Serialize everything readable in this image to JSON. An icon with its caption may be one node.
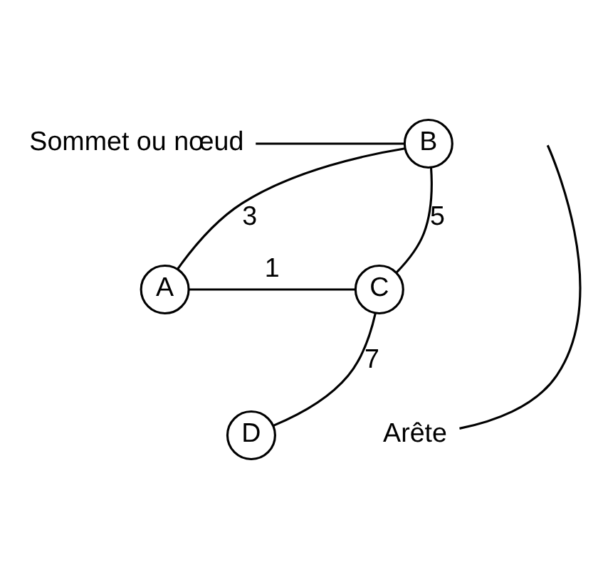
{
  "diagram": {
    "nodes": [
      {
        "text": [
          "A"
        ]
      },
      {
        "text": [
          "B"
        ]
      },
      {
        "text": [
          "C"
        ]
      },
      {
        "text": [
          "D"
        ]
      },
      {
        "text": [
          "Sommet ou nœud"
        ]
      },
      {
        "text": [
          "Arête"
        ]
      }
    ],
    "edges": [
      {
        "from": 0,
        "to": 1,
        "arrow": "none",
        "label": "3"
      },
      {
        "from": 1,
        "to": 2,
        "arrow": "none",
        "label": "5"
      },
      {
        "from": 0,
        "to": 2,
        "arrow": "none",
        "label": "1"
      },
      {
        "from": 2,
        "to": 3,
        "arrow": "none",
        "label": "7"
      },
      {
        "from": 4,
        "to": 1,
        "arrow": "none"
      },
      {
        "from": 5,
        "to": null,
        "arrow": "none"
      }
    ]
  }
}
